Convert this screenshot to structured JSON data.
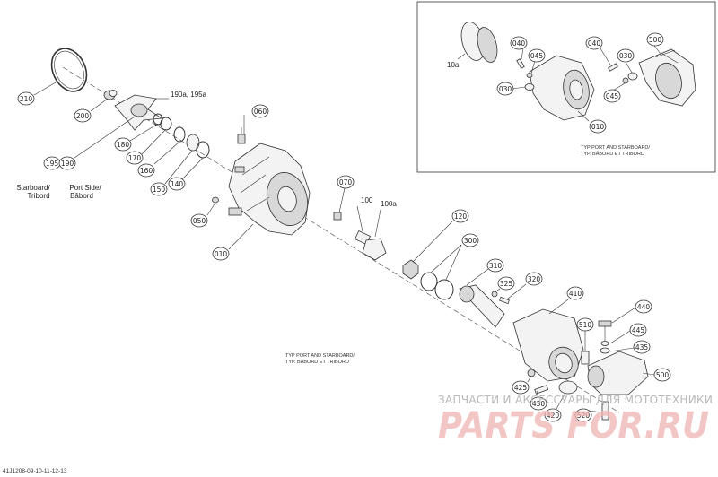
{
  "diagram": {
    "figure_code": "41J1208-09-10-11-12-13",
    "typ_note_main": [
      "TYP PORT AND STARBOARD/",
      "TYP. BÂBORD ET TRIBORD"
    ],
    "typ_note_inset": [
      "TYP PORT AND STARBOARD/",
      "TYP. BÂBORD ET TRIBORD"
    ],
    "side_labels": {
      "starboard": [
        "Starboard/",
        "Tribord"
      ],
      "port": [
        "Port Side/",
        "Bâbord"
      ]
    },
    "plain_labels": {
      "l190a": "190a, 195a",
      "l100": "100",
      "l100a": "100a",
      "l10a": "10a"
    },
    "callouts": {
      "c210": "210",
      "c200": "200",
      "c180": "180",
      "c170": "170",
      "c160": "160",
      "c150": "150",
      "c140": "140",
      "c195": "195",
      "c190": "190",
      "c060": "060",
      "c050": "050",
      "c010": "010",
      "c070": "070",
      "c120": "120",
      "c300": "300",
      "c310": "310",
      "c325": "325",
      "c320": "320",
      "c410": "410",
      "c440": "440",
      "c445": "445",
      "c435": "435",
      "c510": "510",
      "c500": "500",
      "c425": "425",
      "c430": "430",
      "c420": "420",
      "c520": "520",
      "i040a": "040",
      "i045a": "045",
      "i030a": "030",
      "i010": "010",
      "i040b": "040",
      "i030b": "030",
      "i045b": "045",
      "i500": "500"
    }
  },
  "watermark": {
    "tagline": "ЗАПЧАСТИ И АКСЕССУАРЫ ДЛЯ МОТОТЕХНИКИ",
    "logo": "PARTS FOR.RU"
  }
}
